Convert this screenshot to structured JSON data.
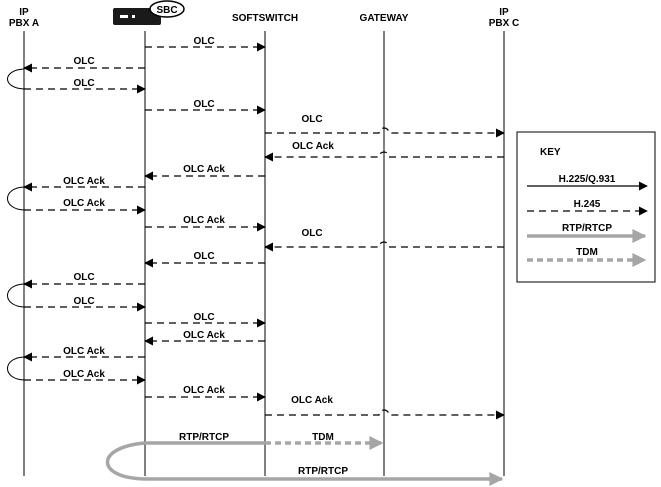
{
  "entities": [
    {
      "id": "pbxa",
      "lines": [
        "IP",
        "PBX A"
      ]
    },
    {
      "id": "sbc",
      "lines": [
        "SBC"
      ]
    },
    {
      "id": "softswitch",
      "lines": [
        "SOFTSWITCH"
      ]
    },
    {
      "id": "gateway",
      "lines": [
        "GATEWAY"
      ]
    },
    {
      "id": "pbxc",
      "lines": [
        "IP",
        "PBX C"
      ]
    }
  ],
  "messages": [
    {
      "from": "sbc",
      "to": "softswitch",
      "label": "OLC"
    },
    {
      "from": "sbc",
      "to": "pbxa",
      "label": "OLC"
    },
    {
      "from": "pbxa",
      "to": "sbc",
      "label": "OLC"
    },
    {
      "from": "sbc",
      "to": "softswitch",
      "label": "OLC"
    },
    {
      "from": "softswitch",
      "to": "pbxc",
      "label": "OLC"
    },
    {
      "from": "pbxc",
      "to": "softswitch",
      "label": "OLC Ack"
    },
    {
      "from": "softswitch",
      "to": "sbc",
      "label": "OLC Ack"
    },
    {
      "from": "sbc",
      "to": "pbxa",
      "label": "OLC Ack"
    },
    {
      "from": "pbxa",
      "to": "sbc",
      "label": "OLC Ack"
    },
    {
      "from": "sbc",
      "to": "softswitch",
      "label": "OLC Ack"
    },
    {
      "from": "pbxc",
      "to": "softswitch",
      "label": "OLC"
    },
    {
      "from": "softswitch",
      "to": "sbc",
      "label": "OLC"
    },
    {
      "from": "sbc",
      "to": "pbxa",
      "label": "OLC"
    },
    {
      "from": "pbxa",
      "to": "sbc",
      "label": "OLC"
    },
    {
      "from": "sbc",
      "to": "softswitch",
      "label": "OLC"
    },
    {
      "from": "softswitch",
      "to": "sbc",
      "label": "OLC Ack"
    },
    {
      "from": "sbc",
      "to": "pbxa",
      "label": "OLC Ack"
    },
    {
      "from": "pbxa",
      "to": "sbc",
      "label": "OLC Ack"
    },
    {
      "from": "sbc",
      "to": "softswitch",
      "label": "OLC Ack"
    },
    {
      "from": "softswitch",
      "to": "pbxc",
      "label": "OLC Ack"
    }
  ],
  "media": [
    {
      "label": "RTP/RTCP",
      "type": "rtp"
    },
    {
      "label": "TDM",
      "type": "tdm"
    },
    {
      "label": "RTP/RTCP",
      "type": "rtp"
    }
  ],
  "key": {
    "title": "KEY",
    "items": [
      {
        "label": "H.225/Q.931",
        "style": "solid"
      },
      {
        "label": "H.245",
        "style": "dashed"
      },
      {
        "label": "RTP/RTCP",
        "style": "rtp"
      },
      {
        "label": "TDM",
        "style": "tdm"
      }
    ]
  },
  "colors": {
    "line": "#000000",
    "rtp": "#a6a6a6",
    "tdm": "#a6a6a6",
    "device": "#1a1a1a"
  }
}
